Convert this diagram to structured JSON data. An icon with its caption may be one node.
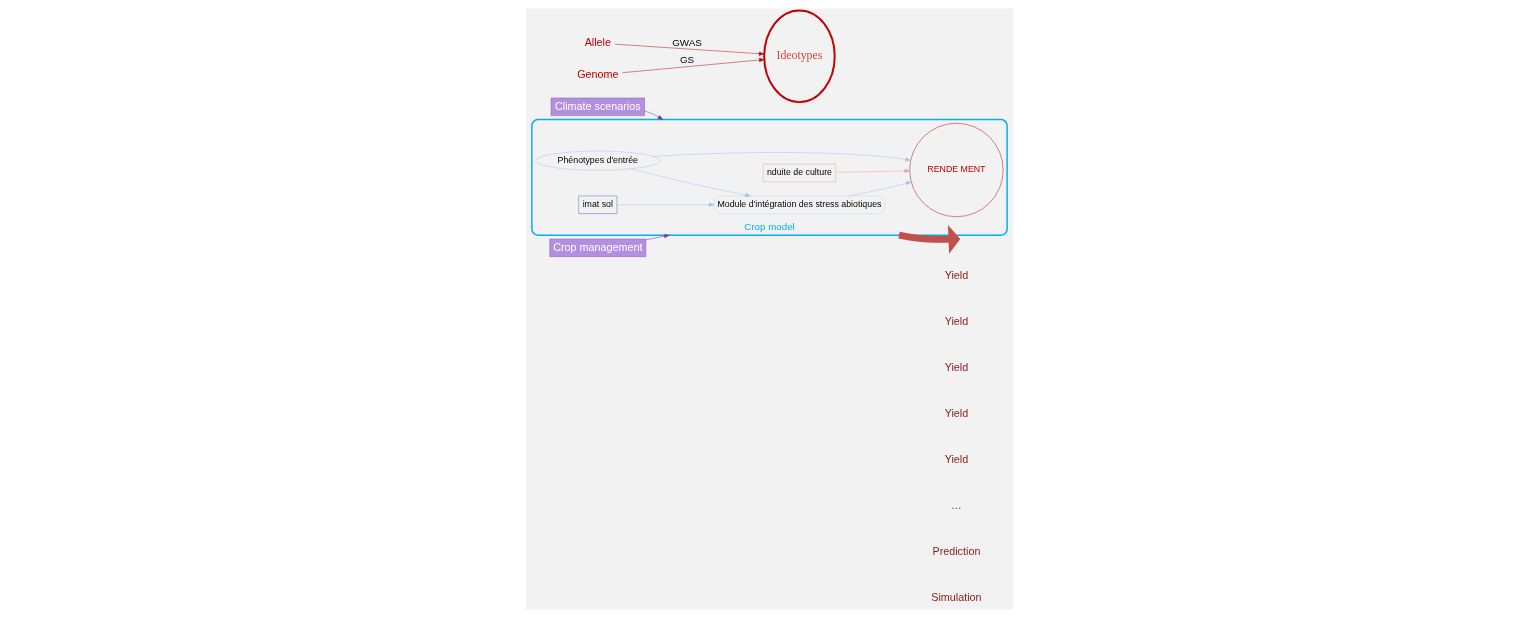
{
  "diagram": {
    "nodes": [
      {
        "text": [
          "Climate scenarios"
        ]
      },
      {
        "text": [
          "Crop management"
        ]
      },
      {
        "text": [
          "Allele"
        ]
      },
      {
        "text": [
          "Genome"
        ]
      },
      {
        "text": [
          "Ideotypes"
        ]
      },
      {
        "text": [
          "Crop model"
        ]
      },
      {
        "text": [
          "Module d'intégration des stress abiotiques"
        ],
        "in": 5
      },
      {
        "text": [
          "imat sol"
        ],
        "in": 5
      },
      {
        "text": [
          "RENDE MENT"
        ],
        "in": 5
      },
      {
        "text": [
          "Phénotypes d'entrée"
        ],
        "in": 5
      },
      {
        "text": [
          "nduite de culture"
        ],
        "in": 5
      }
    ],
    "edges": [
      {
        "from": 0,
        "to": 5,
        "arrow": "to",
        "color": "#7030a0"
      },
      {
        "from": 1,
        "to": 5,
        "arrow": "to",
        "color": "#7030a0"
      },
      {
        "from": 2,
        "to": 4,
        "arrow": "to",
        "label": "GWAS",
        "color": "#c00000"
      },
      {
        "from": 3,
        "to": 4,
        "arrow": "to",
        "label": "GS",
        "color": "#c00000"
      },
      {
        "from": 7,
        "to": 6,
        "arrow": "to"
      },
      {
        "from": 9,
        "to": 6,
        "arrow": "to"
      },
      {
        "from": 6,
        "to": 8,
        "arrow": "to"
      },
      {
        "from": 9,
        "to": 8,
        "arrow": "to"
      },
      {
        "from": 10,
        "to": 8,
        "arrow": "to",
        "color": "#e6a0a0"
      },
      {
        "from": 5,
        "to": null,
        "arrow": "to",
        "style": "thick",
        "color": "#c0504d"
      }
    ],
    "labels": [
      "Yield",
      "Yield",
      "Yield",
      "Yield",
      "Yield",
      "…",
      "Prediction",
      "Simulation"
    ]
  }
}
